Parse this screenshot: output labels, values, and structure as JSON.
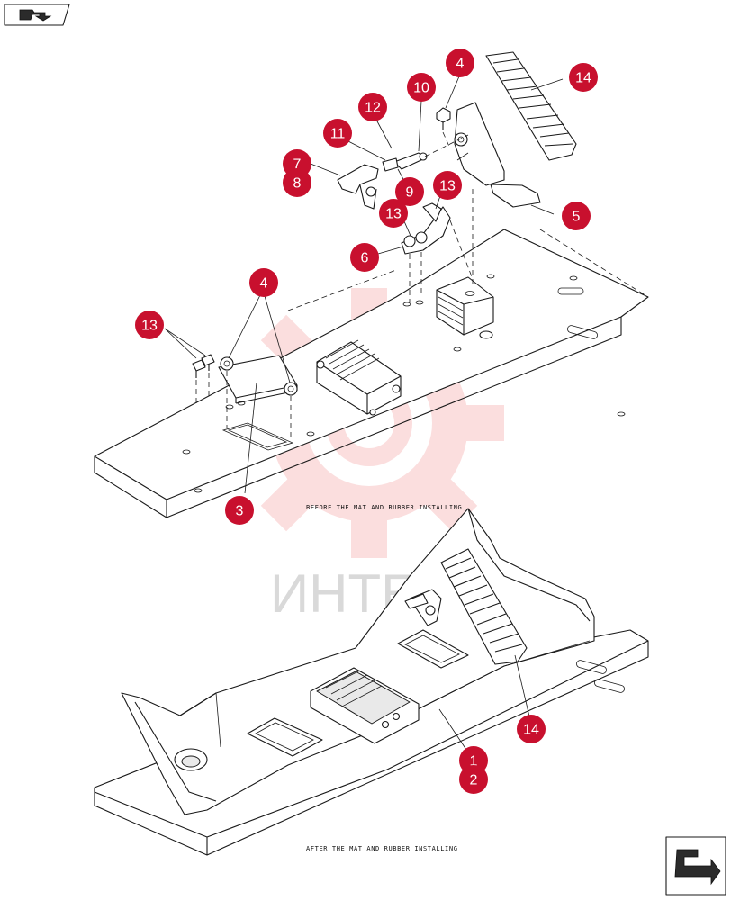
{
  "captions": {
    "before": "BEFORE THE MAT AND RUBBER INSTALLING",
    "after": "AFTER THE MAT AND RUBBER INSTALLING"
  },
  "watermark": {
    "text": "ИНТЕ",
    "color": "#f5a3a3"
  },
  "callout_color": "#c8102e",
  "callouts": [
    {
      "id": "c4-top",
      "label": "4"
    },
    {
      "id": "c14-top",
      "label": "14"
    },
    {
      "id": "c10",
      "label": "10"
    },
    {
      "id": "c12",
      "label": "12"
    },
    {
      "id": "c11",
      "label": "11"
    },
    {
      "id": "c7",
      "label": "7"
    },
    {
      "id": "c8",
      "label": "8"
    },
    {
      "id": "c9",
      "label": "9"
    },
    {
      "id": "c13-right",
      "label": "13"
    },
    {
      "id": "c13-mid",
      "label": "13"
    },
    {
      "id": "c5",
      "label": "5"
    },
    {
      "id": "c6",
      "label": "6"
    },
    {
      "id": "c4-mid",
      "label": "4"
    },
    {
      "id": "c13-left",
      "label": "13"
    },
    {
      "id": "c3",
      "label": "3"
    },
    {
      "id": "c14-bottom",
      "label": "14"
    },
    {
      "id": "c1",
      "label": "1"
    },
    {
      "id": "c2",
      "label": "2"
    }
  ],
  "icons": {
    "nav_top": "arrow-book-icon",
    "nav_bottom": "arrow-corner-icon"
  }
}
